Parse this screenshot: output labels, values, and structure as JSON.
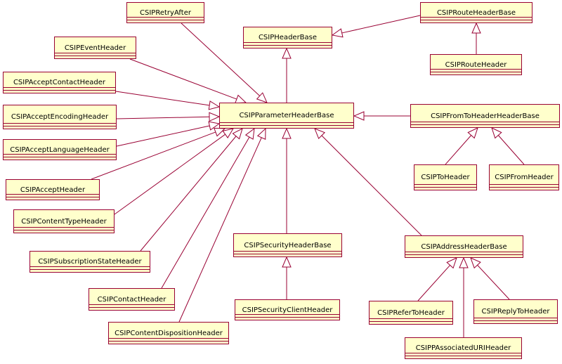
{
  "colors": {
    "box_fill": "#ffffcc",
    "line": "#990033",
    "text": "#000000"
  },
  "classes": {
    "retry_after": "CSIPRetryAfter",
    "route_header_base": "CSIPRouteHeaderBase",
    "header_base": "CSIPHeaderBase",
    "event_header": "CSIPEventHeader",
    "route_header": "CSIPRouteHeader",
    "accept_contact_header": "CSIPAcceptContactHeader",
    "parameter_header_base": "CSIPParameterHeaderBase",
    "from_to_header_base": "CSIPFromToHeaderHeaderBase",
    "accept_encoding_header": "CSIPAcceptEncodingHeader",
    "accept_language_header": "CSIPAcceptLanguageHeader",
    "to_header": "CSIPToHeader",
    "from_header": "CSIPFromHeader",
    "accept_header": "CSIPAcceptHeader",
    "content_type_header": "CSIPContentTypeHeader",
    "security_header_base": "CSIPSecurityHeaderBase",
    "address_header_base": "CSIPAddressHeaderBase",
    "subscription_state_header": "CSIPSubscriptionStateHeader",
    "contact_header": "CSIPContactHeader",
    "security_client_header": "CSIPSecurityClientHeader",
    "refer_to_header": "CSIPReferToHeader",
    "reply_to_header": "CSIPReplyToHeader",
    "content_disposition_header": "CSIPContentDispositionHeader",
    "p_associated_uri_header": "CSIPPAssociatedURIHeader"
  }
}
